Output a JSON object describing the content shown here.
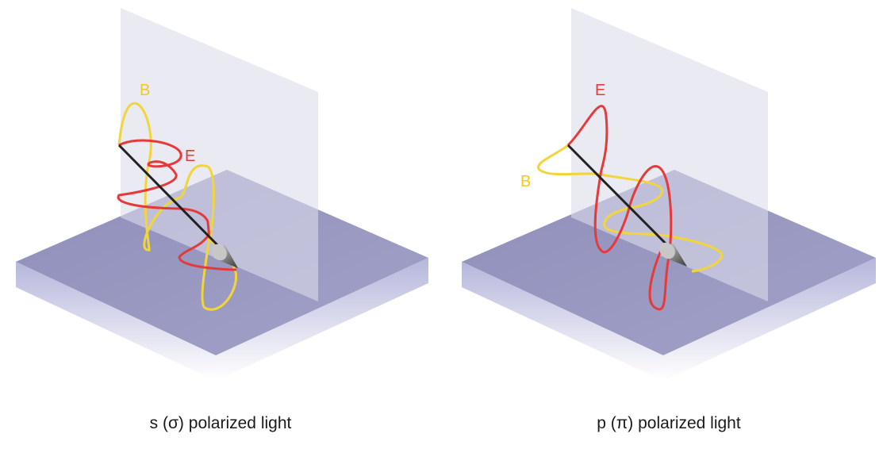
{
  "panels": [
    {
      "caption": "s (σ) polarized light",
      "labels": {
        "e": "E",
        "b": "B"
      },
      "colors": {
        "e_wave": "#e53a3a",
        "b_wave": "#f2d53a"
      }
    },
    {
      "caption": "p (π) polarized light",
      "labels": {
        "e": "E",
        "b": "B"
      },
      "colors": {
        "e_wave": "#e53a3a",
        "b_wave": "#f2d53a"
      }
    }
  ],
  "colors": {
    "surface_top": "#9b9bc4",
    "surface_front": "#b9b9de",
    "plane": "#dcdceb",
    "ray": "#222222",
    "arrow_head": "#7a7a7a"
  }
}
